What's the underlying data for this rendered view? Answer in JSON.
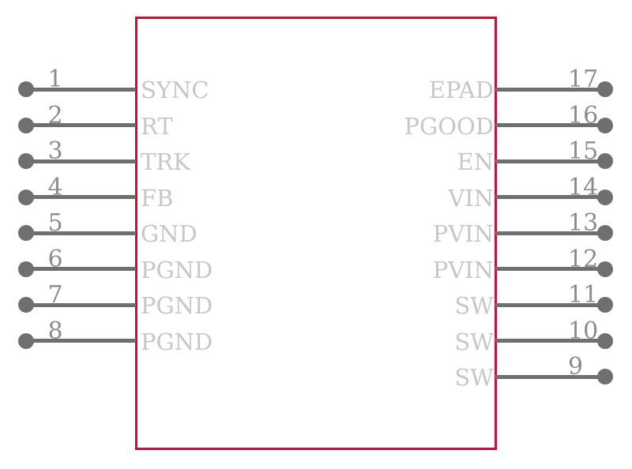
{
  "symbol": {
    "left_pins": [
      {
        "number": "1",
        "label": "SYNC"
      },
      {
        "number": "2",
        "label": "RT"
      },
      {
        "number": "3",
        "label": "TRK"
      },
      {
        "number": "4",
        "label": "FB"
      },
      {
        "number": "5",
        "label": "GND"
      },
      {
        "number": "6",
        "label": "PGND"
      },
      {
        "number": "7",
        "label": "PGND"
      },
      {
        "number": "8",
        "label": "PGND"
      }
    ],
    "right_pins": [
      {
        "number": "17",
        "label": "EPAD"
      },
      {
        "number": "16",
        "label": "PGOOD"
      },
      {
        "number": "15",
        "label": "EN"
      },
      {
        "number": "14",
        "label": "VIN"
      },
      {
        "number": "13",
        "label": "PVIN"
      },
      {
        "number": "12",
        "label": "PVIN"
      },
      {
        "number": "11",
        "label": "SW"
      },
      {
        "number": "10",
        "label": "SW"
      },
      {
        "number": "9",
        "label": "SW"
      }
    ]
  },
  "colors": {
    "outline": "#c31235",
    "pin": "#6f6f6f",
    "number": "#8c8c8c",
    "label": "#c7c7c7",
    "background": "#ffffff"
  }
}
